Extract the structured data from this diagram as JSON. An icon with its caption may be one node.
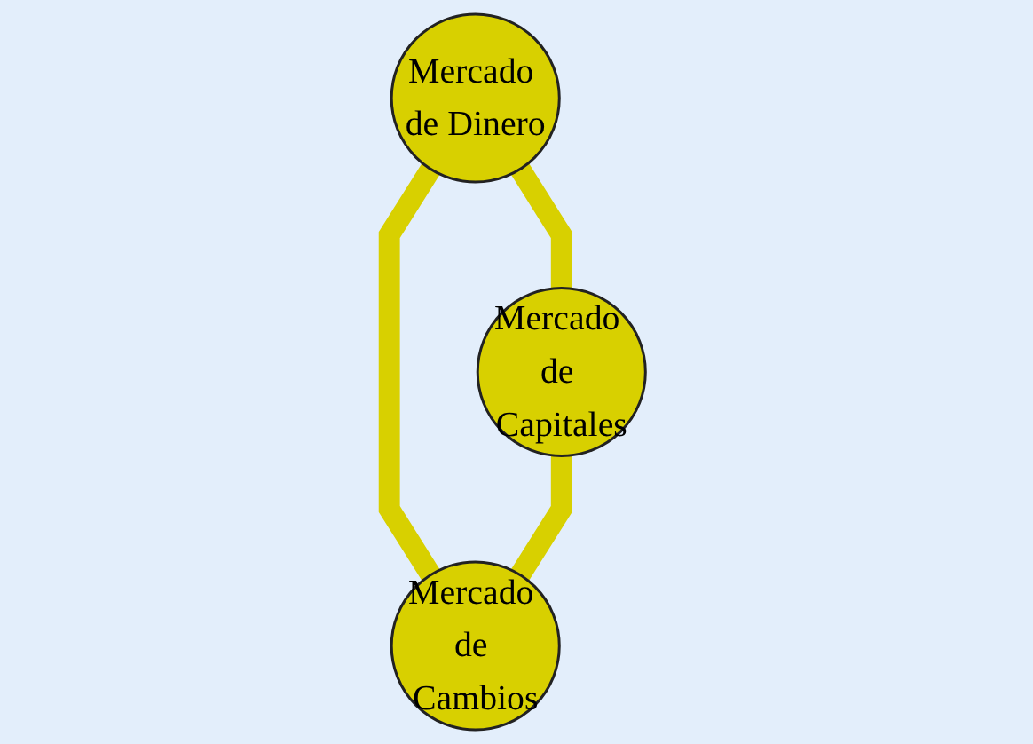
{
  "diagram": {
    "nodes": [
      {
        "text": [
          "Mercado de Dinero"
        ]
      },
      {
        "text": [
          "Mercado de Capitales"
        ]
      },
      {
        "text": [
          "Mercado de Cambios"
        ]
      }
    ],
    "edges": [
      {
        "from": 0,
        "to": 1,
        "arrow": "none"
      },
      {
        "from": 0,
        "to": 2,
        "arrow": "none"
      },
      {
        "from": 1,
        "to": 2,
        "arrow": "none"
      }
    ]
  }
}
